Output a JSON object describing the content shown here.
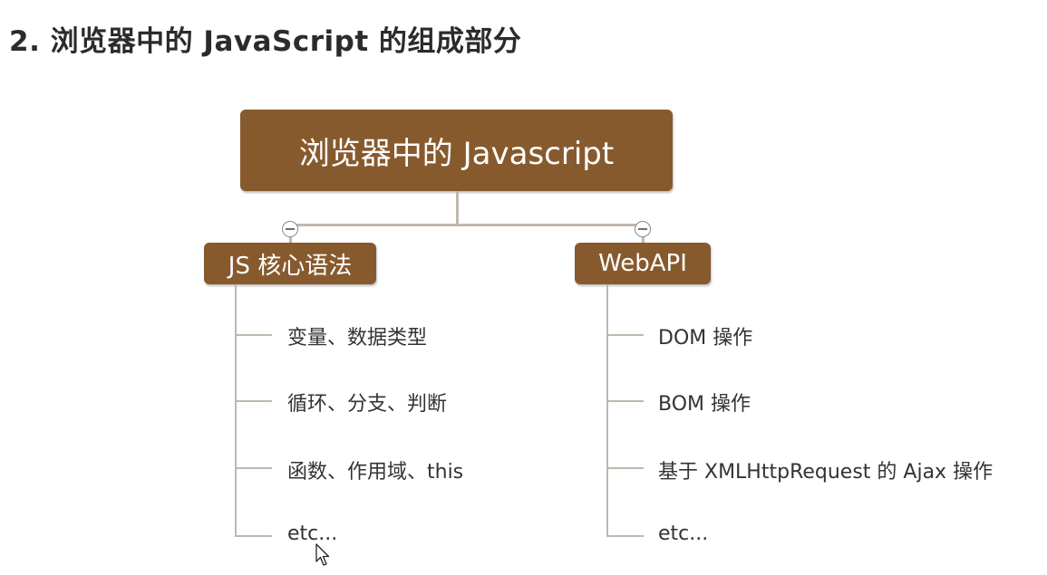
{
  "heading": "2. 浏览器中的 JavaScript 的组成部分",
  "root": {
    "label": "浏览器中的 Javascript"
  },
  "branches": [
    {
      "label": "JS 核心语法",
      "items": [
        "变量、数据类型",
        "循环、分支、判断",
        "函数、作用域、this",
        "etc..."
      ]
    },
    {
      "label": "WebAPI",
      "items": [
        "DOM 操作",
        "BOM 操作",
        "基于 XMLHttpRequest 的 Ajax 操作",
        "etc..."
      ]
    }
  ],
  "colors": {
    "node_fill": "#875a2e",
    "node_text": "#ffffff",
    "connector": "#c2b7ad"
  },
  "icons": {
    "collapse": "collapse-minus-icon",
    "cursor": "mouse-pointer-icon"
  }
}
